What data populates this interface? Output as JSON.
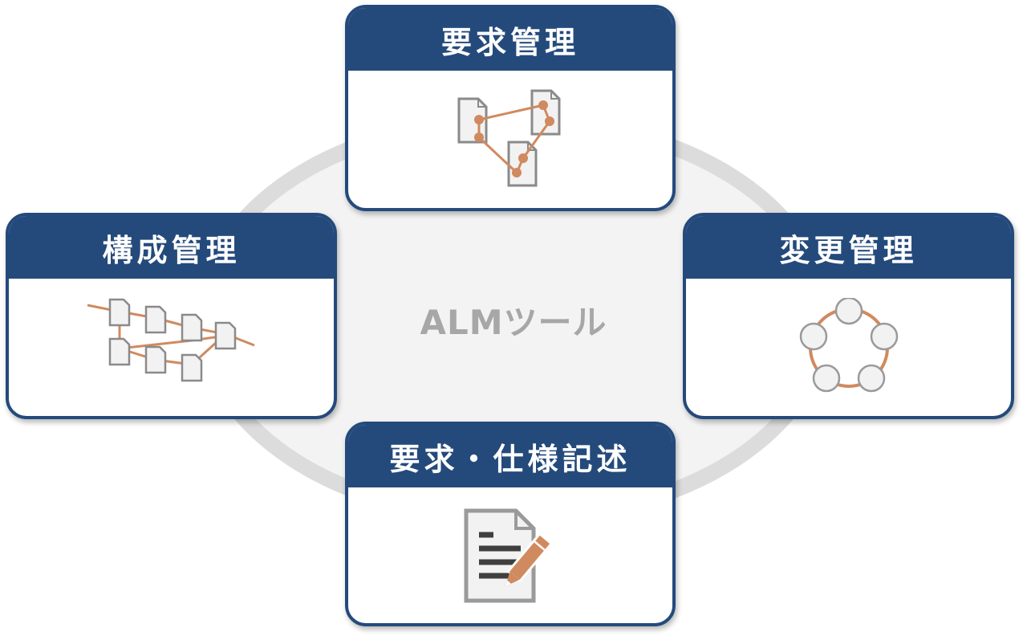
{
  "center": {
    "label": "ALMツール"
  },
  "cards": {
    "top": {
      "title": "要求管理",
      "icon": "linked-documents-icon"
    },
    "left": {
      "title": "構成管理",
      "icon": "document-network-icon"
    },
    "right": {
      "title": "変更管理",
      "icon": "cycle-circles-icon"
    },
    "bottom": {
      "title": "要求・仕様記述",
      "icon": "document-edit-icon"
    }
  },
  "colors": {
    "header": "#244a7c",
    "accent": "#d08a5f",
    "doc_stroke": "#8a8a8a",
    "doc_fill": "#f2f2f2",
    "ring": "#dcdcdc",
    "center_text": "#a7a7a7"
  }
}
